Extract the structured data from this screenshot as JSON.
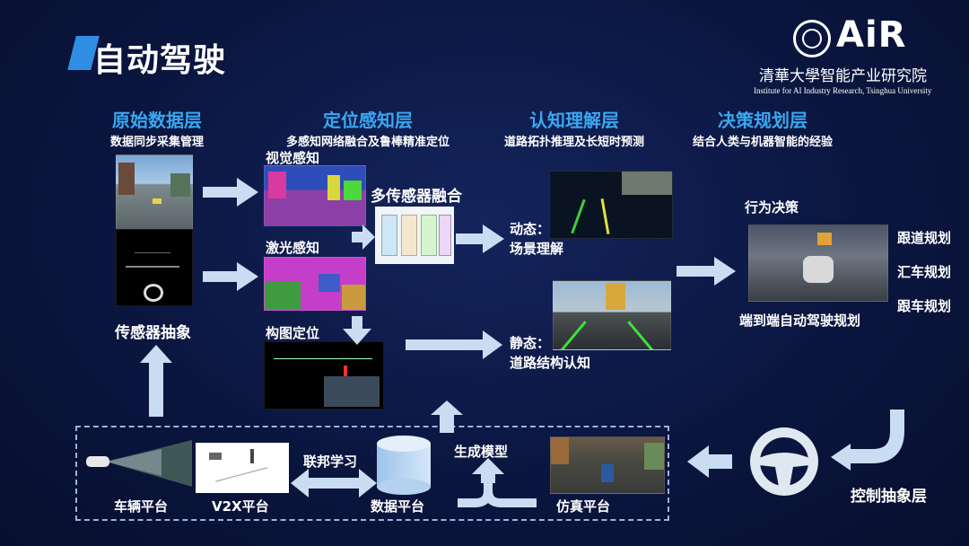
{
  "header": {
    "title": "自动驾驶",
    "logo_text": "AiR",
    "institute_cn": "清華大學智能产业研究院",
    "institute_en": "Institute for AI Industry Research, Tsinghua University"
  },
  "layers": [
    {
      "title": "原始数据层",
      "subtitle": "数据同步采集管理"
    },
    {
      "title": "定位感知层",
      "subtitle": "多感知网络融合及鲁棒精准定位"
    },
    {
      "title": "认知理解层",
      "subtitle": "道路拓扑推理及长短时预测"
    },
    {
      "title": "决策规划层",
      "subtitle": "结合人类与机器智能的经验"
    }
  ],
  "nodes": {
    "sensor_abstraction": "传感器抽象",
    "visual_perception": "视觉感知",
    "lidar_perception": "激光感知",
    "mapping_localization": "构图定位",
    "multi_sensor_fusion": "多传感器融合",
    "dynamic_line1": "动态：",
    "dynamic_line2": "场景理解",
    "static_line1": "静态：",
    "static_line2": "道路结构认知",
    "behavior_decision": "行为决策",
    "end_to_end": "端到端自动驾驶规划",
    "plans": [
      "跟道规划",
      "汇车规划",
      "跟车规划"
    ],
    "control_abstraction": "控制抽象层",
    "vehicle_platform": "车辆平台",
    "v2x_platform": "V2X平台",
    "federated_learning": "联邦学习",
    "data_platform": "数据平台",
    "generative_model": "生成模型",
    "simulation_platform": "仿真平台"
  },
  "colors": {
    "accent": "#2f8de4",
    "layer_title": "#3aa7f0",
    "arrow": "#c9dcf2",
    "background": "#0b1640"
  }
}
